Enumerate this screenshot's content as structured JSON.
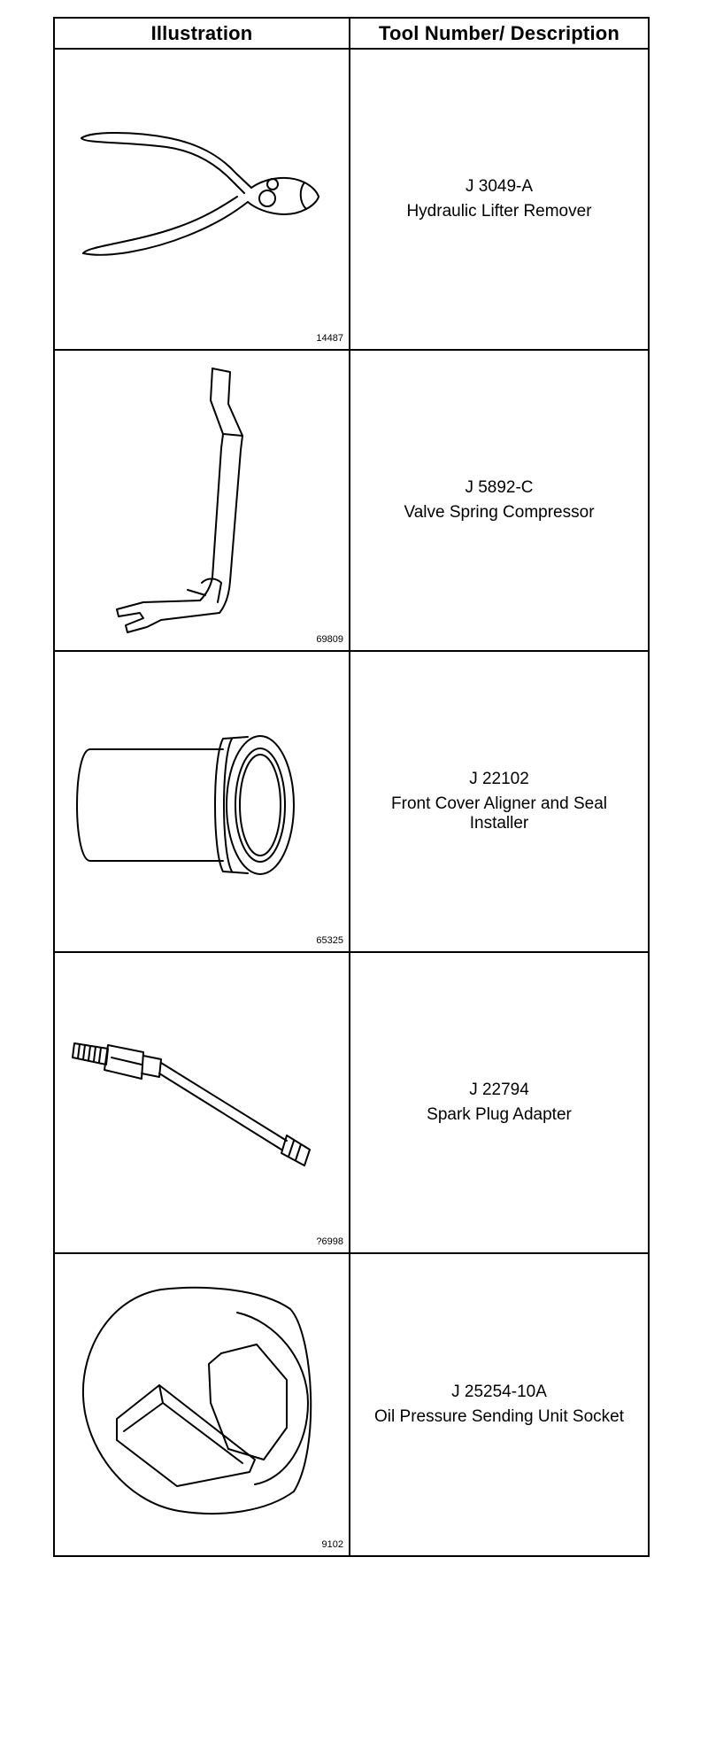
{
  "table": {
    "headers": {
      "illustration": "Illustration",
      "description": "Tool Number/ Description"
    },
    "rows": [
      {
        "figure": "14487",
        "tool_number": "J 3049-A",
        "description": "Hydraulic Lifter Remover",
        "icon": "pliers-icon"
      },
      {
        "figure": "69809",
        "tool_number": "J 5892-C",
        "description": "Valve Spring Compressor",
        "icon": "lever-icon"
      },
      {
        "figure": "65325",
        "tool_number": "J 22102",
        "description": "Front Cover Aligner and Seal Installer",
        "icon": "sleeve-icon"
      },
      {
        "figure": "?6998",
        "tool_number": "J 22794",
        "description": "Spark Plug Adapter",
        "icon": "adapter-icon"
      },
      {
        "figure": "9102",
        "tool_number": "J 25254-10A",
        "description": "Oil Pressure Sending Unit Socket",
        "icon": "socket-icon"
      }
    ]
  }
}
